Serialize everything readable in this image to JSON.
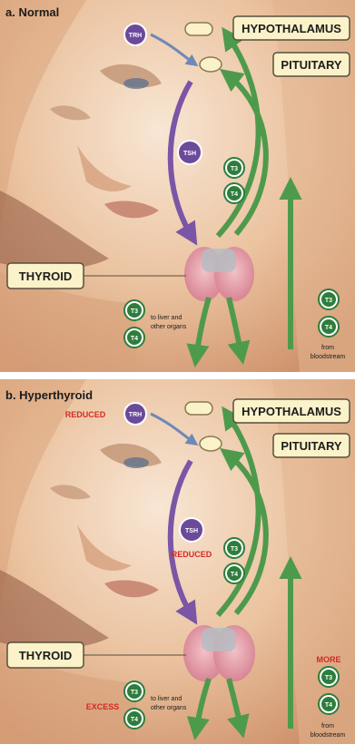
{
  "colors": {
    "skin_light": "#f6e2cf",
    "skin_mid": "#e7b892",
    "skin_dark": "#c98963",
    "hair": "#7b4a36",
    "label_bg": "#fbf2c9",
    "label_border": "#55503d",
    "hormone_green": "#2e7d3c",
    "hormone_purple": "#6b4a9b",
    "arrow_green": "#4e9a4c",
    "arrow_purple": "#7b56a6",
    "arrow_blue": "#6e88b8",
    "warn_red": "#d32a24",
    "gland": "#e7a1ad"
  },
  "panels": [
    {
      "id": "normal",
      "title": "a. Normal",
      "labels": {
        "hypothalamus": "HYPOTHALAMUS",
        "pituitary": "PITUITARY",
        "thyroid": "THYROID"
      },
      "hormones": {
        "trh": "TRH",
        "tsh": "TSH",
        "t3": "T3",
        "t4": "T4"
      },
      "notes": {
        "liver": [
          "to liver and",
          "other organs"
        ],
        "blood": [
          "from",
          "bloodstream"
        ]
      },
      "status": {
        "trh": "",
        "tsh": "",
        "excess": "",
        "more": ""
      }
    },
    {
      "id": "hyperthyroid",
      "title": "b. Hyperthyroid",
      "labels": {
        "hypothalamus": "HYPOTHALAMUS",
        "pituitary": "PITUITARY",
        "thyroid": "THYROID"
      },
      "hormones": {
        "trh": "TRH",
        "tsh": "TSH",
        "t3": "T3",
        "t4": "T4"
      },
      "notes": {
        "liver": [
          "to liver and",
          "other organs"
        ],
        "blood": [
          "from",
          "bloodstream"
        ]
      },
      "status": {
        "trh": "REDUCED",
        "tsh": "REDUCED",
        "excess": "EXCESS",
        "more": "MORE"
      }
    }
  ]
}
